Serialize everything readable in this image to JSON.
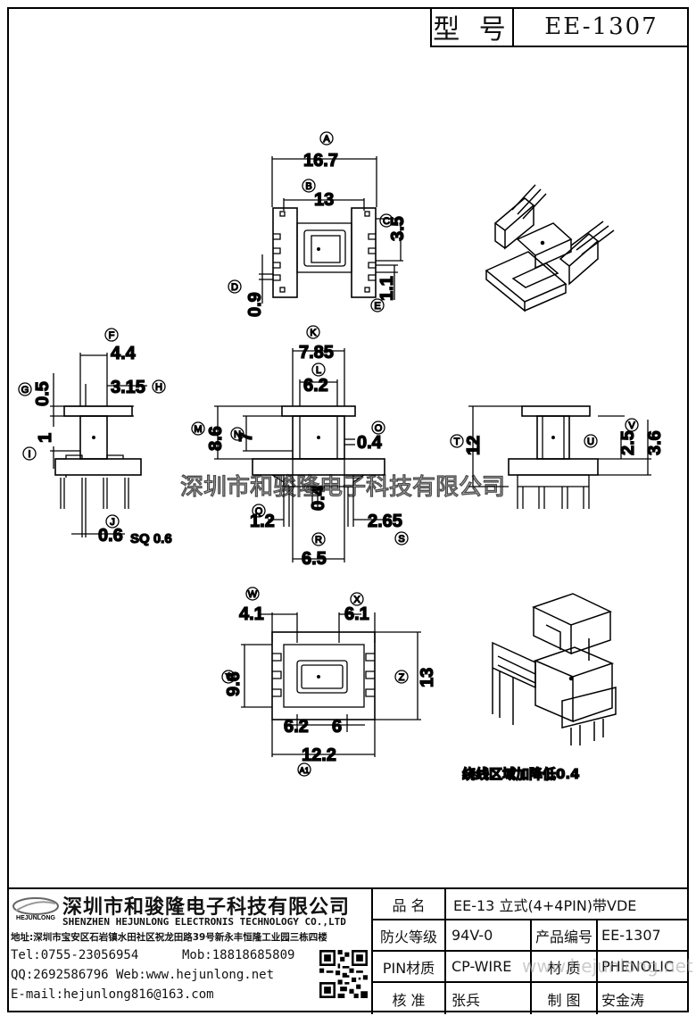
{
  "header": {
    "model_label": "型 号",
    "model_value": "EE-1307"
  },
  "dimensions": {
    "A": "16.7",
    "B": "13",
    "C": "3.5",
    "D": "0.9",
    "E": "1.1",
    "F": "4.4",
    "G": "0.5",
    "H": "3.15",
    "I": "1",
    "J": "0.6",
    "J_sq": "SQ 0.6",
    "K": "7.85",
    "L": "6.2",
    "M": "8.6",
    "N": "7",
    "O": "0.4",
    "P": "0.4",
    "Q": "1.2",
    "R": "6.5",
    "S": "2.65",
    "T": "12",
    "U": "2.5",
    "V": "3.6",
    "W": "4.1",
    "X": "6.1",
    "Y": "9.6",
    "Z": "13",
    "inner_a": "6.2",
    "inner_b": "6",
    "A1": "12.2"
  },
  "markers": {
    "A": "A",
    "B": "B",
    "C": "C",
    "D": "D",
    "E": "E",
    "F": "F",
    "G": "G",
    "H": "H",
    "I": "I",
    "J": "J",
    "K": "K",
    "L": "L",
    "M": "M",
    "N": "N",
    "O": "O",
    "P": "P",
    "Q": "Q",
    "R": "R",
    "S": "S",
    "T": "T",
    "U": "U",
    "V": "V",
    "W": "W",
    "X": "X",
    "Y": "Y",
    "Z": "Z",
    "A1": "A1"
  },
  "note": "绕线区域加降低0.4",
  "watermark": "深圳市和骏隆电子科技有限公司",
  "watermark_url": "www.hejunlong.net",
  "title_block": {
    "logo_text": "HEJUNLONG",
    "company_cn": "深圳市和骏隆电子科技有限公司",
    "company_en": "SHENZHEN HEJUNLONG ELECTRONIS TECHNOLOGY CO.,LTD",
    "address": "地址:深圳市宝安区石岩镇水田社区祝龙田路39号新永丰恒隆工业园三栋四楼",
    "tel": "Tel:0755-23056954",
    "mob": "Mob:18818685809",
    "qq_web": "QQ:2692586796 Web:www.hejunlong.net",
    "email": "E-mail:hejunlong816@163.com",
    "product_name_label": "品 名",
    "product_name": "EE-13 立式(4+4PIN)带VDE",
    "fire_label": "防火等级",
    "fire_value": "94V-0",
    "code_label": "产品编号",
    "code_value": "EE-1307",
    "pin_label": "PIN材质",
    "pin_value": "CP-WIRE",
    "material_label": "材 质",
    "material_value": "PHENOLIC",
    "check_label": "核 准",
    "check_value": "张兵",
    "draw_label": "制 图",
    "draw_value": "安金涛"
  }
}
